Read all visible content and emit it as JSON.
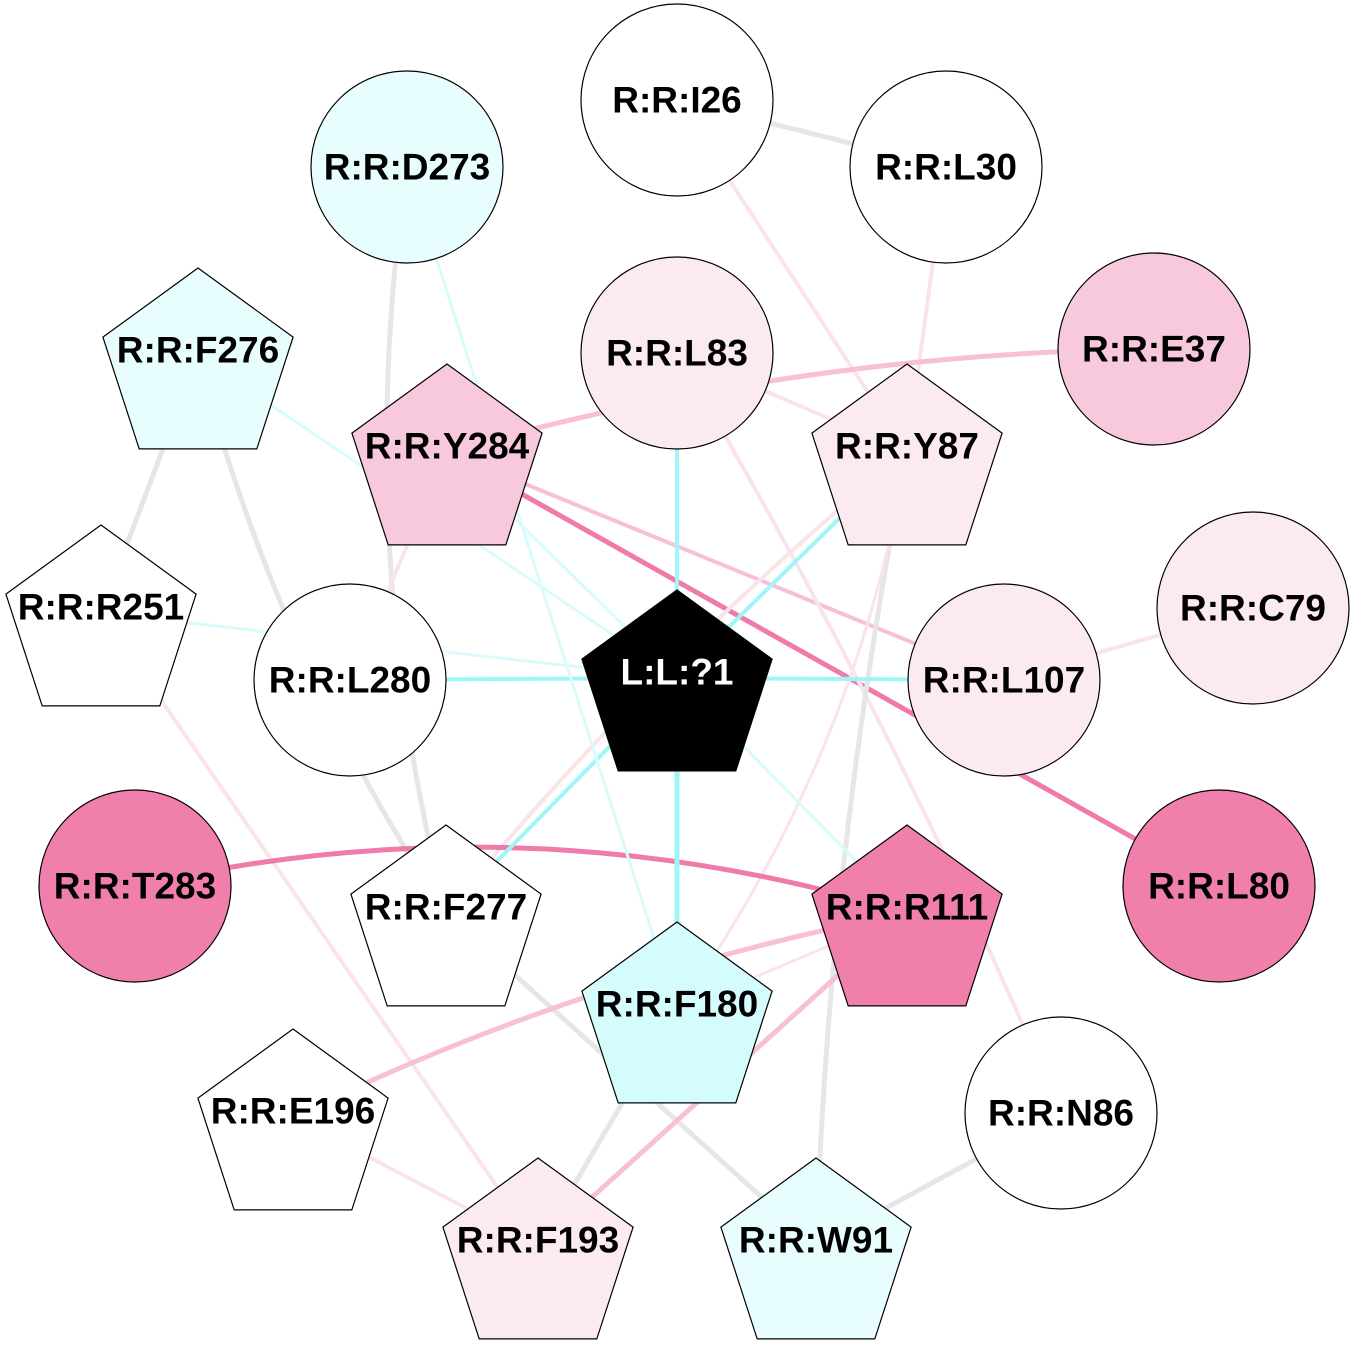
{
  "colors": {
    "white": "#ffffff",
    "cyan_light": "#e8fdfd",
    "cyan": "#d4fcfc",
    "pink_light": "#fbeaf2",
    "pink": "#f8c8dc",
    "pink_dark": "#f07fac",
    "black": "#000000",
    "edge_gray": "#e6e6e6",
    "edge_cyan": "#9ff6f6",
    "edge_cyan_light": "#dafbfb",
    "edge_pink_light": "#fbe3ec",
    "edge_pink": "#f7c0d6",
    "edge_pink_dark": "#ee7ba9"
  },
  "nodes": [
    {
      "id": "L1",
      "label": "L:L:?1",
      "shape": "pentagon",
      "fill": "black",
      "text": "white"
    },
    {
      "id": "I26",
      "label": "R:R:I26",
      "shape": "circle",
      "fill": "white",
      "text": "black"
    },
    {
      "id": "L30",
      "label": "R:R:L30",
      "shape": "circle",
      "fill": "white",
      "text": "black"
    },
    {
      "id": "D273",
      "label": "R:R:D273",
      "shape": "circle",
      "fill": "cyan_light",
      "text": "black"
    },
    {
      "id": "F276",
      "label": "R:R:F276",
      "shape": "pentagon",
      "fill": "cyan_light",
      "text": "black"
    },
    {
      "id": "L83",
      "label": "R:R:L83",
      "shape": "circle",
      "fill": "pink_light",
      "text": "black"
    },
    {
      "id": "E37",
      "label": "R:R:E37",
      "shape": "circle",
      "fill": "pink",
      "text": "black"
    },
    {
      "id": "Y284",
      "label": "R:R:Y284",
      "shape": "pentagon",
      "fill": "pink",
      "text": "black"
    },
    {
      "id": "Y87",
      "label": "R:R:Y87",
      "shape": "pentagon",
      "fill": "pink_light",
      "text": "black"
    },
    {
      "id": "R251",
      "label": "R:R:R251",
      "shape": "pentagon",
      "fill": "white",
      "text": "black"
    },
    {
      "id": "C79",
      "label": "R:R:C79",
      "shape": "circle",
      "fill": "pink_light",
      "text": "black"
    },
    {
      "id": "L280",
      "label": "R:R:L280",
      "shape": "circle",
      "fill": "white",
      "text": "black"
    },
    {
      "id": "L107",
      "label": "R:R:L107",
      "shape": "circle",
      "fill": "pink_light",
      "text": "black"
    },
    {
      "id": "T283",
      "label": "R:R:T283",
      "shape": "circle",
      "fill": "pink_dark",
      "text": "black"
    },
    {
      "id": "L80",
      "label": "R:R:L80",
      "shape": "circle",
      "fill": "pink_dark",
      "text": "black"
    },
    {
      "id": "F277",
      "label": "R:R:F277",
      "shape": "pentagon",
      "fill": "white",
      "text": "black"
    },
    {
      "id": "R111",
      "label": "R:R:R111",
      "shape": "pentagon",
      "fill": "pink_dark",
      "text": "black"
    },
    {
      "id": "F180",
      "label": "R:R:F180",
      "shape": "pentagon",
      "fill": "cyan",
      "text": "black"
    },
    {
      "id": "E196",
      "label": "R:R:E196",
      "shape": "pentagon",
      "fill": "white",
      "text": "black"
    },
    {
      "id": "N86",
      "label": "R:R:N86",
      "shape": "circle",
      "fill": "white",
      "text": "black"
    },
    {
      "id": "F193",
      "label": "R:R:F193",
      "shape": "pentagon",
      "fill": "pink_light",
      "text": "black"
    },
    {
      "id": "W91",
      "label": "R:R:W91",
      "shape": "pentagon",
      "fill": "cyan_light",
      "text": "black"
    }
  ],
  "edges": [
    {
      "from": "I26",
      "to": "L30",
      "color": "edge_gray",
      "weight": 5
    },
    {
      "from": "I26",
      "to": "Y87",
      "color": "edge_pink_light",
      "weight": 4
    },
    {
      "from": "L30",
      "to": "Y87",
      "color": "edge_pink_light",
      "weight": 4
    },
    {
      "from": "D273",
      "to": "F277",
      "color": "edge_gray",
      "weight": 5,
      "bend": 30
    },
    {
      "from": "F276",
      "to": "R251",
      "color": "edge_gray",
      "weight": 5
    },
    {
      "from": "F276",
      "to": "F277",
      "color": "edge_gray",
      "weight": 5,
      "bend": 25
    },
    {
      "from": "F276",
      "to": "L1",
      "color": "edge_cyan_light",
      "weight": 3
    },
    {
      "from": "Y284",
      "to": "E37",
      "color": "edge_pink",
      "weight": 5,
      "bend": -20
    },
    {
      "from": "Y284",
      "to": "L80",
      "color": "edge_pink_dark",
      "weight": 5
    },
    {
      "from": "Y284",
      "to": "L107",
      "color": "edge_pink",
      "weight": 4
    },
    {
      "from": "Y284",
      "to": "L1",
      "color": "edge_cyan_light",
      "weight": 3
    },
    {
      "from": "Y284",
      "to": "L280",
      "color": "edge_pink_light",
      "weight": 4
    },
    {
      "from": "L83",
      "to": "L1",
      "color": "edge_cyan",
      "weight": 4
    },
    {
      "from": "L83",
      "to": "Y87",
      "color": "edge_pink_light",
      "weight": 4
    },
    {
      "from": "L83",
      "to": "N86",
      "color": "edge_pink_light",
      "weight": 4,
      "bend": -10
    },
    {
      "from": "Y87",
      "to": "L1",
      "color": "edge_cyan",
      "weight": 4
    },
    {
      "from": "Y87",
      "to": "F277",
      "color": "edge_pink_light",
      "weight": 4,
      "bend": 15
    },
    {
      "from": "Y87",
      "to": "W91",
      "color": "edge_gray",
      "weight": 5,
      "bend": 12
    },
    {
      "from": "Y87",
      "to": "F180",
      "color": "edge_pink_light",
      "weight": 3,
      "bend": -35
    },
    {
      "from": "C79",
      "to": "L107",
      "color": "edge_pink_light",
      "weight": 4
    },
    {
      "from": "L107",
      "to": "L1",
      "color": "edge_cyan",
      "weight": 4
    },
    {
      "from": "L280",
      "to": "L1",
      "color": "edge_cyan",
      "weight": 4
    },
    {
      "from": "R251",
      "to": "L1",
      "color": "edge_cyan_light",
      "weight": 3
    },
    {
      "from": "R251",
      "to": "F193",
      "color": "edge_pink_light",
      "weight": 4
    },
    {
      "from": "T283",
      "to": "R111",
      "color": "edge_pink_dark",
      "weight": 5,
      "bend": -40
    },
    {
      "from": "L1",
      "to": "F180",
      "color": "edge_cyan",
      "weight": 5
    },
    {
      "from": "L1",
      "to": "F277",
      "color": "edge_cyan",
      "weight": 4
    },
    {
      "from": "L1",
      "to": "R111",
      "color": "edge_cyan_light",
      "weight": 3
    },
    {
      "from": "F277",
      "to": "W91",
      "color": "edge_gray",
      "weight": 5
    },
    {
      "from": "R111",
      "to": "E196",
      "color": "edge_pink",
      "weight": 5,
      "bend": 20
    },
    {
      "from": "R111",
      "to": "F193",
      "color": "edge_pink",
      "weight": 5
    },
    {
      "from": "R111",
      "to": "F180",
      "color": "edge_pink_light",
      "weight": 3
    },
    {
      "from": "F180",
      "to": "F193",
      "color": "edge_gray",
      "weight": 5
    },
    {
      "from": "E196",
      "to": "F193",
      "color": "edge_pink_light",
      "weight": 4
    },
    {
      "from": "N86",
      "to": "W91",
      "color": "edge_gray",
      "weight": 5
    },
    {
      "from": "D273",
      "to": "F180",
      "color": "edge_cyan_light",
      "weight": 3
    }
  ]
}
